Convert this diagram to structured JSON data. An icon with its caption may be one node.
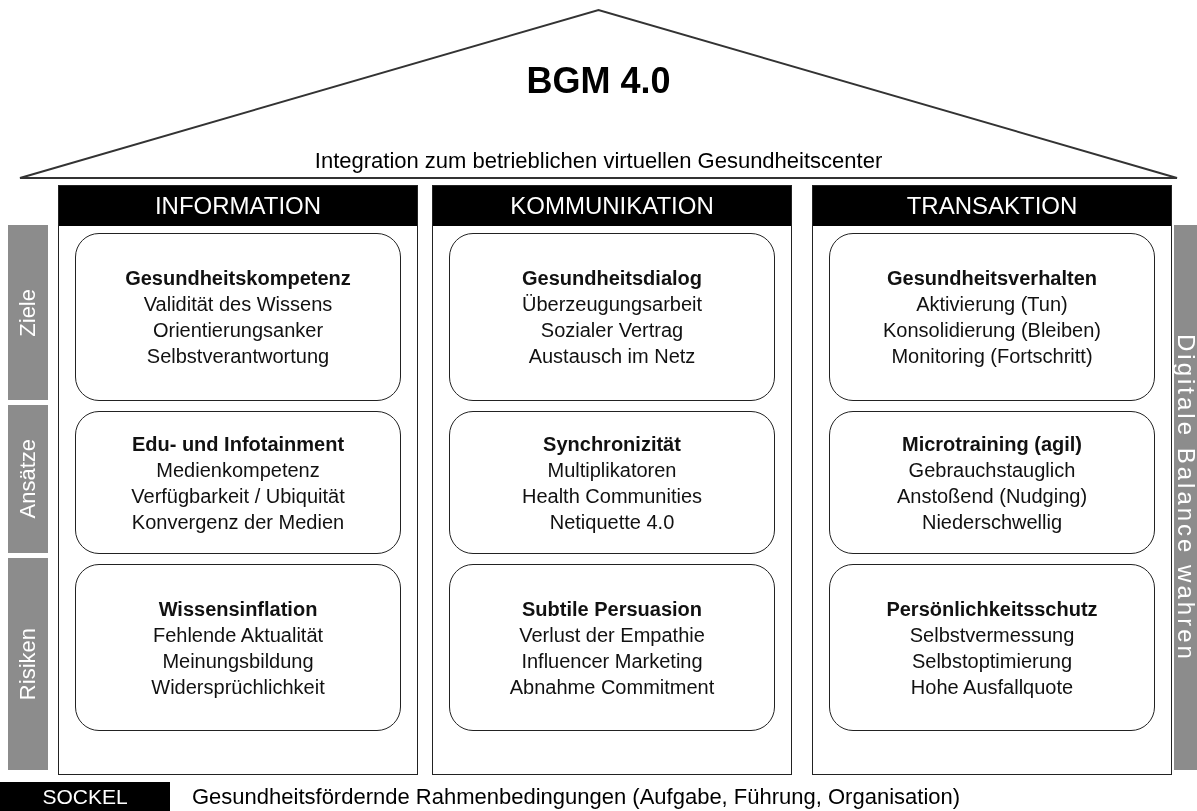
{
  "diagram": {
    "nodes": [
      {
        "text": [
          "BGM 4.0",
          "Integration zum betrieblichen virtuellen Gesundheitscenter"
        ]
      },
      {
        "text": [
          "INFORMATION"
        ]
      },
      {
        "text": [
          "KOMMUNIKATION"
        ]
      },
      {
        "text": [
          "TRANSAKTION"
        ]
      },
      {
        "text": [
          "Gesundheitskompetenz",
          "Validität des Wissens",
          "Orientierungsanker",
          "Selbstverantwortung"
        ],
        "in": 1
      },
      {
        "text": [
          "Gesundheitsdialog",
          "Überzeugungsarbeit",
          "Sozialer Vertrag",
          "Austausch im Netz"
        ],
        "in": 2
      },
      {
        "text": [
          "Gesundheitsverhalten",
          "Aktivierung (Tun)",
          "Konsolidierung (Bleiben)",
          "Monitoring (Fortschritt)"
        ],
        "in": 3
      },
      {
        "text": [
          "Edu- und Infotainment",
          "Medienkompetenz",
          "Verfügbarkeit / Ubiquität",
          "Konvergenz der Medien"
        ],
        "in": 1
      },
      {
        "text": [
          "Synchronizität",
          "Multiplikatoren",
          "Health Communities",
          "Netiquette 4.0"
        ],
        "in": 2
      },
      {
        "text": [
          "Microtraining (agil)",
          "Gebrauchstauglich",
          "Anstoßend (Nudging)",
          "Niederschwellig"
        ],
        "in": 3
      },
      {
        "text": [
          "Wissensinflation",
          "Fehlende Aktualität",
          "Meinungsbildung",
          "Widersprüchlichkeit"
        ],
        "in": 1
      },
      {
        "text": [
          "Subtile Persuasion",
          "Verlust der Empathie",
          "Influencer Marketing",
          "Abnahme Commitment"
        ],
        "in": 2
      },
      {
        "text": [
          "Persönlichkeitsschutz",
          "Selbstvermessung",
          "Selbstoptimierung",
          "Hohe Ausfallquote"
        ],
        "in": 3
      },
      {
        "text": [
          "Ziele"
        ]
      },
      {
        "text": [
          "Ansätze"
        ]
      },
      {
        "text": [
          "Risiken"
        ]
      },
      {
        "text": [
          "Digitale Balance wahren"
        ]
      },
      {
        "text": [
          "SOCKEL",
          "Gesundheitsfördernde Rahmenbedingungen (Aufgabe, Führung, Organisation)"
        ]
      }
    ]
  }
}
